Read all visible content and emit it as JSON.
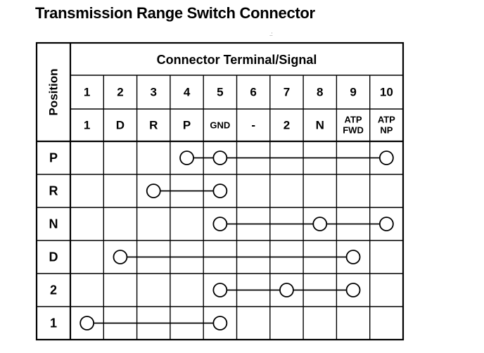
{
  "title": "Transmission Range Switch Connector",
  "stray_mark": ".:",
  "header": {
    "row_axis_label": "Position",
    "column_group_label": "Connector Terminal/Signal"
  },
  "terminals": [
    {
      "number": "1",
      "signal": [
        "1"
      ]
    },
    {
      "number": "2",
      "signal": [
        "D"
      ]
    },
    {
      "number": "3",
      "signal": [
        "R"
      ]
    },
    {
      "number": "4",
      "signal": [
        "P"
      ]
    },
    {
      "number": "5",
      "signal": [
        "GND"
      ]
    },
    {
      "number": "6",
      "signal": [
        "-"
      ]
    },
    {
      "number": "7",
      "signal": [
        "2"
      ]
    },
    {
      "number": "8",
      "signal": [
        "N"
      ]
    },
    {
      "number": "9",
      "signal": [
        "ATP",
        "FWD"
      ]
    },
    {
      "number": "10",
      "signal": [
        "ATP",
        "NP"
      ]
    }
  ],
  "positions": [
    {
      "label": "P",
      "connected_terminals": [
        4,
        5,
        10
      ]
    },
    {
      "label": "R",
      "connected_terminals": [
        3,
        5
      ]
    },
    {
      "label": "N",
      "connected_terminals": [
        5,
        8,
        10
      ]
    },
    {
      "label": "D",
      "connected_terminals": [
        2,
        9
      ]
    },
    {
      "label": "2",
      "connected_terminals": [
        5,
        7,
        9
      ]
    },
    {
      "label": "1",
      "connected_terminals": [
        1,
        5
      ]
    }
  ]
}
